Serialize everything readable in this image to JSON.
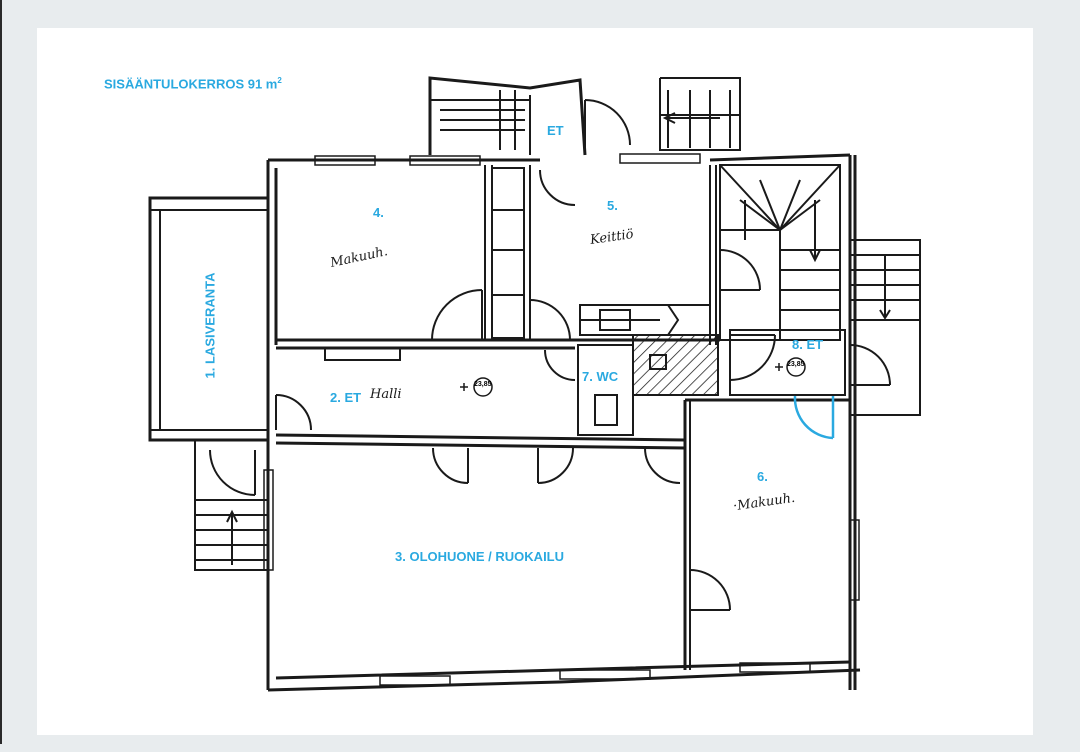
{
  "header": {
    "title": "SISÄÄNTULOKERROS 91 m",
    "title_sup": "2"
  },
  "rooms": {
    "r1": "1. LASIVERANTA",
    "r2": "2. ET",
    "r2_note": "Halli",
    "r3": "3. OLOHUONE / RUOKAILU",
    "r4": "4.",
    "r4_note": "Makuuh.",
    "r5": "5.",
    "r5_note": "Keittiö",
    "r6": "6.",
    "r6_note": "·Makuuh.",
    "r7": "7. WC",
    "r8": "8. ET",
    "et_top": "ET"
  },
  "levels": {
    "hall": "23,85",
    "entry": "23,85"
  },
  "colors": {
    "accent": "#2aa9e0",
    "line": "#1a1a1a",
    "background": "#e8ecee",
    "sheet": "#ffffff"
  }
}
